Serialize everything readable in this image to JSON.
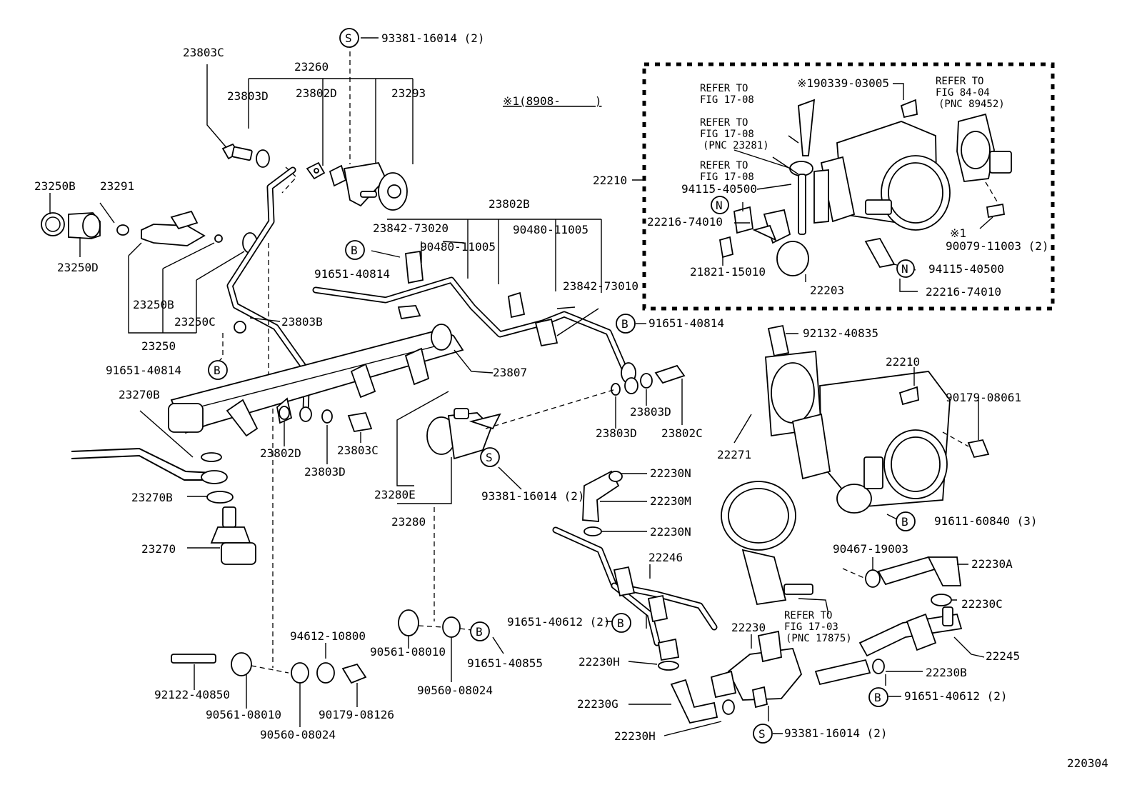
{
  "labels": {
    "p23803C_top": "23803C",
    "p23260": "23260",
    "p23803D_a": "23803D",
    "p23802D_a": "23802D",
    "p23293": "23293",
    "s93381_top": "93381-16014 (2)",
    "note_x1": "※1(8908-　　　)",
    "p23250B_a": "23250B",
    "p23291": "23291",
    "p23250D": "23250D",
    "p23250B_b": "23250B",
    "p23250C": "23250C",
    "p23250": "23250",
    "p23803B": "23803B",
    "b91651_a": "91651-40814",
    "p23802B": "23802B",
    "p23842_73020": "23842-73020",
    "p90480_a": "90480-11005",
    "p90480_b": "90480-11005",
    "b91651_b": "91651-40814",
    "p23842_73010": "23842-73010",
    "b91651_c": "91651-40814",
    "p23807": "23807",
    "p23270B_a": "23270B",
    "p23802D_b": "23802D",
    "p23803D_b": "23803D",
    "p23803C_b": "23803C",
    "p23803D_c": "23803D",
    "p23802C": "23802C",
    "p23803D_d": "23803D",
    "p23270B_b": "23270B",
    "p23270": "23270",
    "p23280E": "23280E",
    "p23280": "23280",
    "s93381_mid": "93381-16014 (2)",
    "p22210_box": "22210",
    "refer1_a": "REFER TO",
    "refer1_b": "FIG 17-08",
    "p190339": "※190339-03005",
    "refer2_a": "REFER TO",
    "refer2_b": "FIG 17-08",
    "refer2_c": "(PNC 23281)",
    "refer3_a": "REFER TO",
    "refer3_b": "FIG 17-08",
    "n94115_a": "94115-40500",
    "p22216_a": "22216-74010",
    "p21821": "21821-15010",
    "p22203": "22203",
    "refer4_a": "REFER TO",
    "refer4_b": "FIG 84-04",
    "refer4_c": "(PNC 89452)",
    "note1": "※1",
    "p90079": "90079-11003 (2)",
    "n94115_b": "94115-40500",
    "p22216_b": "22216-74010",
    "p92132": "92132-40835",
    "p22210_b": "22210",
    "p90179_061": "90179-08061",
    "p22271": "22271",
    "p22230N_a": "22230N",
    "p22230M": "22230M",
    "p22230N_b": "22230N",
    "b91611": "91611-60840 (3)",
    "p22246": "22246",
    "p90467": "90467-19003",
    "p22230A": "22230A",
    "p22230C": "22230C",
    "b91651_612a": "91651-40612 (2)",
    "refer5_a": "REFER TO",
    "refer5_b": "FIG 17-03",
    "refer5_c": "(PNC 17875)",
    "p22230": "22230",
    "p22245": "22245",
    "p22230H_a": "22230H",
    "p22230B": "22230B",
    "b91651_612b": "91651-40612 (2)",
    "p22230G": "22230G",
    "p22230H_b": "22230H",
    "s93381_bot": "93381-16014 (2)",
    "p90561_a": "90561-08010",
    "p90560_a": "90560-08024",
    "p91651_855": "91651-40855",
    "p94612": "94612-10800",
    "p92122": "92122-40850",
    "p90561_b": "90561-08010",
    "p90179_126": "90179-08126",
    "p90560_b": "90560-08024",
    "page_code": "220304"
  },
  "callouts": {
    "S": "S",
    "B": "B",
    "N": "N"
  }
}
